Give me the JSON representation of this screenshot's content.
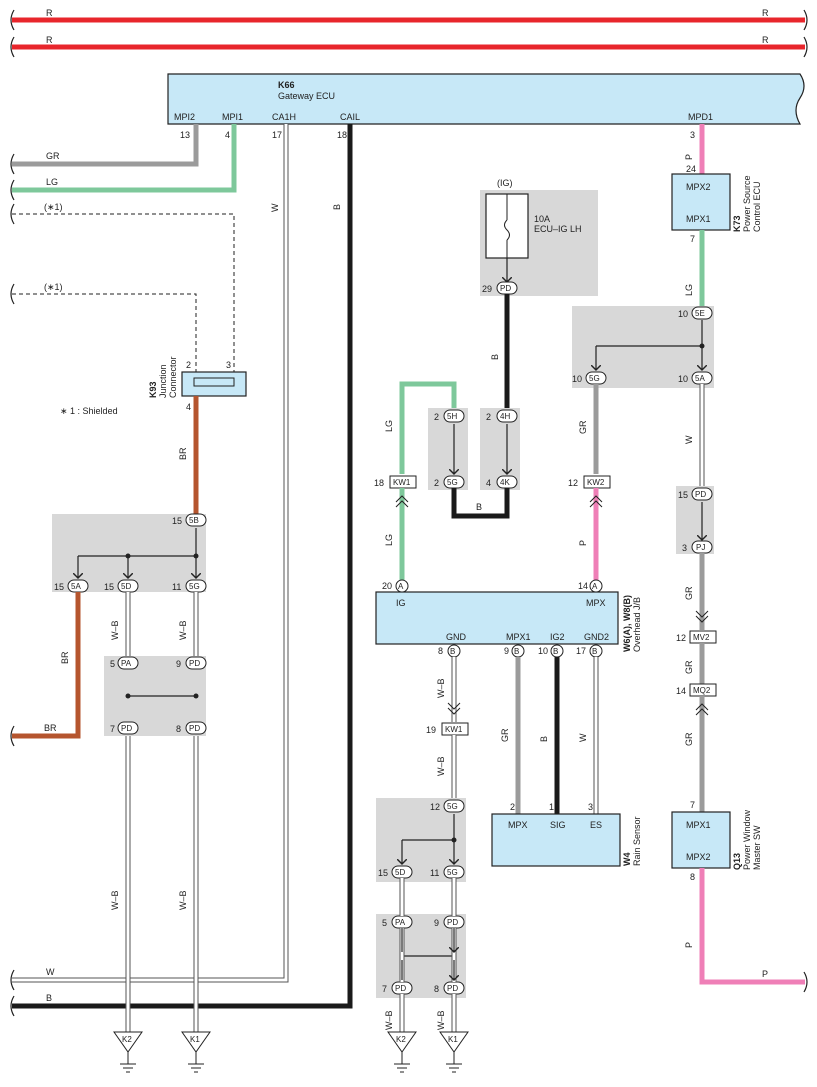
{
  "colors": {
    "red": "#e8262c",
    "gray": "#9b9b9b",
    "green": "#7ec89b",
    "black": "#1a1a1a",
    "brown": "#b5552e",
    "pink": "#ef7fb7",
    "ecu_fill": "#c7e8f7",
    "gray_block": "#d8d8d8"
  },
  "power_rails": [
    {
      "left": "R",
      "right": "R"
    },
    {
      "left": "R",
      "right": "R"
    }
  ],
  "gateway_ecu": {
    "code": "K66",
    "name": "Gateway ECU",
    "pins": [
      {
        "name": "MPI2",
        "num": "13"
      },
      {
        "name": "MPI1",
        "num": "4"
      },
      {
        "name": "CA1H",
        "num": "17"
      },
      {
        "name": "CAIL",
        "num": "18"
      },
      {
        "name": "MPD1",
        "num": "3"
      }
    ]
  },
  "wire_colors": {
    "gr": "GR",
    "lg": "LG",
    "w": "W",
    "b": "B",
    "p": "P",
    "br": "BR",
    "wb": "W–B"
  },
  "shield_notes": [
    "(∗1)",
    "(∗1)"
  ],
  "shield_legend": "∗ 1 : Shielded",
  "junction_connector": {
    "code": "K93",
    "name1": "Junction",
    "name2": "Connector",
    "pins": [
      "2",
      "3",
      "4"
    ]
  },
  "fuse": {
    "ig": "(IG)",
    "rating": "10A",
    "name": "ECU–IG LH",
    "pin": "29",
    "conn": "PD"
  },
  "power_source_ecu": {
    "code": "K73",
    "name1": "Power Source",
    "name2": "Control ECU",
    "pin_top": "24",
    "pin_bottom": "7",
    "term_top": "MPX2",
    "term_bottom": "MPX1"
  },
  "overhead_jb": {
    "code": "W6(A), W8(B)",
    "name": "Overhead J/B",
    "top_pins": [
      {
        "name": "IG",
        "num": "20",
        "conn": "A"
      },
      {
        "name": "MPX",
        "num": "14",
        "conn": "A"
      }
    ],
    "bottom_pins": [
      {
        "name": "GND",
        "num": "8",
        "conn": "B"
      },
      {
        "name": "MPX1",
        "num": "9",
        "conn": "B"
      },
      {
        "name": "IG2",
        "num": "10",
        "conn": "B"
      },
      {
        "name": "GND2",
        "num": "17",
        "conn": "B"
      }
    ]
  },
  "rain_sensor": {
    "code": "W4",
    "name": "Rain Sensor",
    "pins": [
      {
        "name": "MPX",
        "num": "2"
      },
      {
        "name": "SIG",
        "num": "1"
      },
      {
        "name": "ES",
        "num": "3"
      }
    ]
  },
  "pw_master_sw": {
    "code": "Q13",
    "name1": "Power Window",
    "name2": "Master SW",
    "pin_top": "7",
    "pin_bottom": "8",
    "term_top": "MPX1",
    "term_bottom": "MPX2"
  },
  "inline_connectors": {
    "kw1a": {
      "num": "18",
      "code": "KW1"
    },
    "kw2": {
      "num": "12",
      "code": "KW2"
    },
    "kw1b": {
      "num": "19",
      "code": "KW1"
    },
    "mv2": {
      "num": "12",
      "code": "MV2"
    },
    "mq2": {
      "num": "14",
      "code": "MQ2"
    }
  },
  "junctions": {
    "j1": {
      "top": {
        "n": "15",
        "c": "5B"
      },
      "bottom": [
        {
          "n": "15",
          "c": "5A"
        },
        {
          "n": "15",
          "c": "5D"
        },
        {
          "n": "11",
          "c": "5G"
        }
      ]
    },
    "j2": {
      "top": [
        {
          "n": "5",
          "c": "PA"
        },
        {
          "n": "9",
          "c": "PD"
        }
      ],
      "bottom": [
        {
          "n": "7",
          "c": "PD"
        },
        {
          "n": "8",
          "c": "PD"
        }
      ]
    },
    "j3": {
      "top": {
        "n": "2",
        "c": "5H"
      },
      "bottom": {
        "n": "2",
        "c": "5G"
      }
    },
    "j4": {
      "top": {
        "n": "2",
        "c": "4H"
      },
      "bottom": {
        "n": "4",
        "c": "4K"
      }
    },
    "j5": {
      "top": {
        "n": "10",
        "c": "5E"
      },
      "left": {
        "n": "10",
        "c": "5G"
      },
      "right": {
        "n": "10",
        "c": "5A"
      }
    },
    "j6": {
      "top": {
        "n": "15",
        "c": "PD"
      },
      "bottom": {
        "n": "3",
        "c": "PJ"
      }
    },
    "j7": {
      "top": {
        "n": "12",
        "c": "5G"
      },
      "bottom": [
        {
          "n": "15",
          "c": "5D"
        },
        {
          "n": "11",
          "c": "5G"
        }
      ]
    },
    "j8": {
      "top": [
        {
          "n": "5",
          "c": "PA"
        },
        {
          "n": "9",
          "c": "PD"
        }
      ],
      "bottom": [
        {
          "n": "7",
          "c": "PD"
        },
        {
          "n": "8",
          "c": "PD"
        }
      ]
    }
  },
  "grounds": [
    "K2",
    "K1",
    "K2",
    "K1"
  ]
}
